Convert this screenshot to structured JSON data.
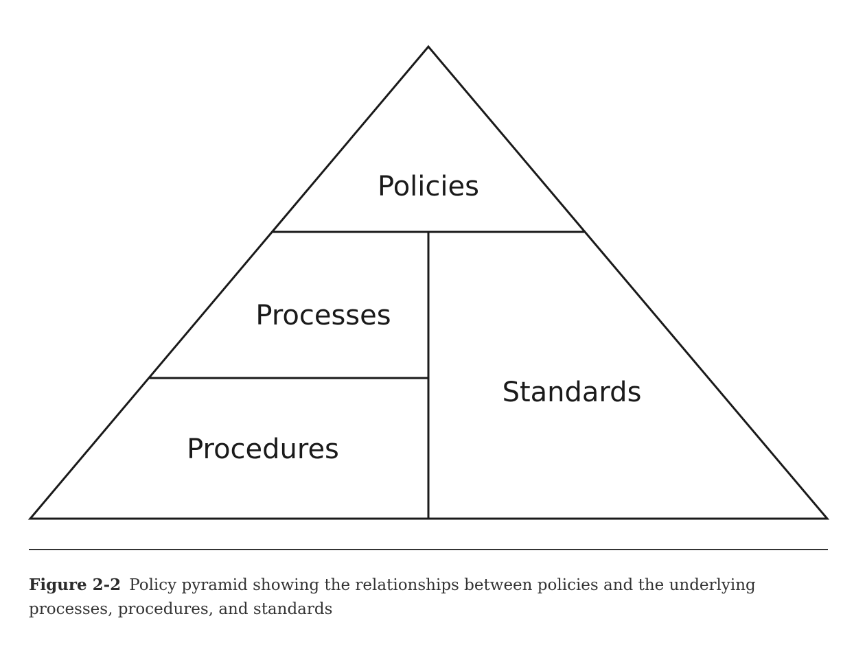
{
  "diagram": {
    "regions": {
      "policies": "Policies",
      "processes": "Processes",
      "procedures": "Procedures",
      "standards": "Standards"
    }
  },
  "caption": {
    "number": "Figure 2-2",
    "text": "Policy pyramid showing the relationships between policies and the underlying processes, procedures, and standards"
  }
}
